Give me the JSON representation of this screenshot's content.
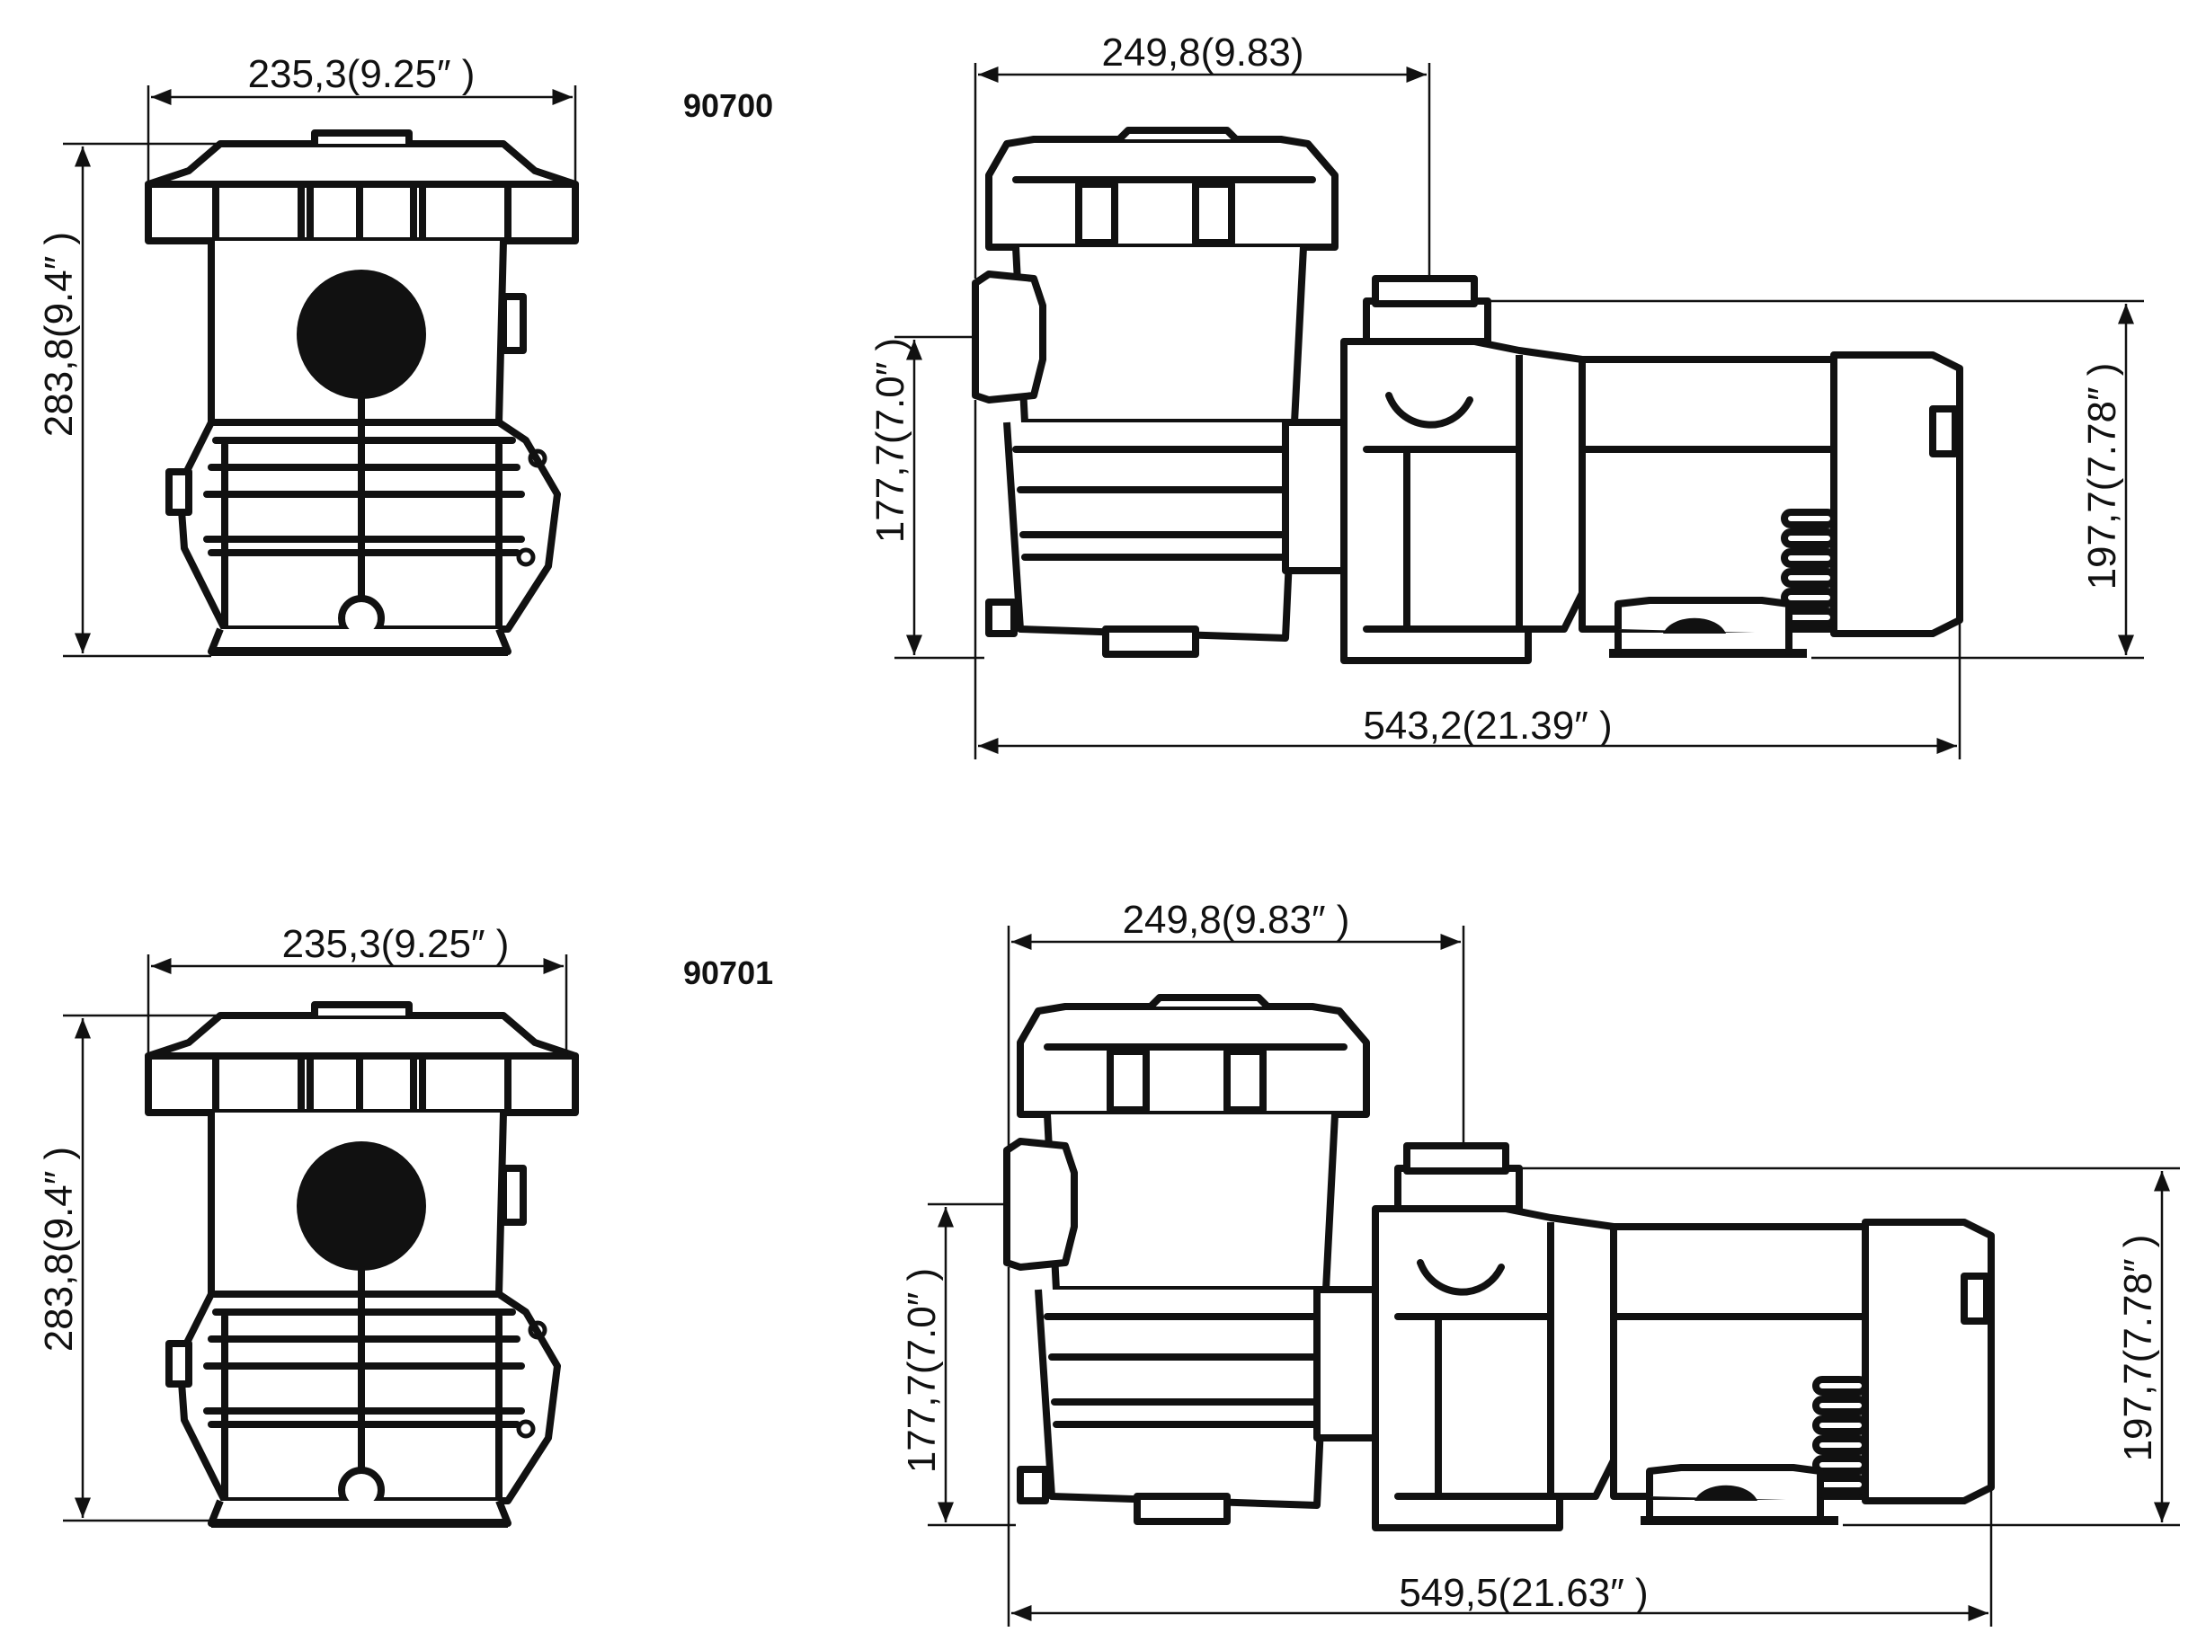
{
  "models": [
    {
      "code": "90700",
      "front": {
        "width": "235,3(9.25″ )",
        "height": "283,8(9.4″ )"
      },
      "side": {
        "top_width": "249,8(9.83)",
        "inlet_height": "177,7(7.0″ )",
        "outlet_height": "197,7(7.78″ )",
        "total_length": "543,2(21.39″ )"
      }
    },
    {
      "code": "90701",
      "front": {
        "width": "235,3(9.25″ )",
        "height": "283,8(9.4″ )"
      },
      "side": {
        "top_width": "249,8(9.83″ )",
        "inlet_height": "177,7(7.0″ )",
        "outlet_height": "197,7(7.78″ )",
        "total_length": "549,5(21.63″ )"
      }
    }
  ],
  "colors": {
    "line": "#111111",
    "background": "#ffffff"
  }
}
